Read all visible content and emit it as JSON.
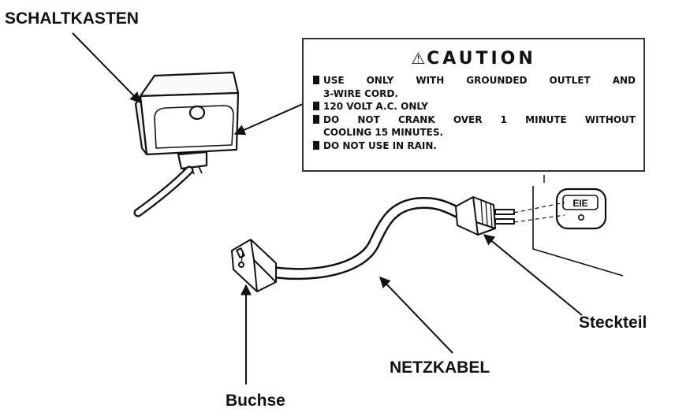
{
  "labels": {
    "schaltkasten": "SCHALTKASTEN",
    "steckteil": "Steckteil",
    "netzkabel": "NETZKABEL",
    "buchse": "Buchse"
  },
  "caution": {
    "title": "CAUTION",
    "warning_icon": "warning-triangle-icon",
    "lines": [
      "USE ONLY WITH GROUNDED OUTLET AND",
      "3-WIRE CORD.",
      "120 VOLT A.C. ONLY",
      "DO NOT CRANK OVER 1 MINUTE WITHOUT",
      "COOLING 15 MINUTES.",
      "DO NOT USE IN RAIN."
    ]
  },
  "outlet_marking": "EIE"
}
